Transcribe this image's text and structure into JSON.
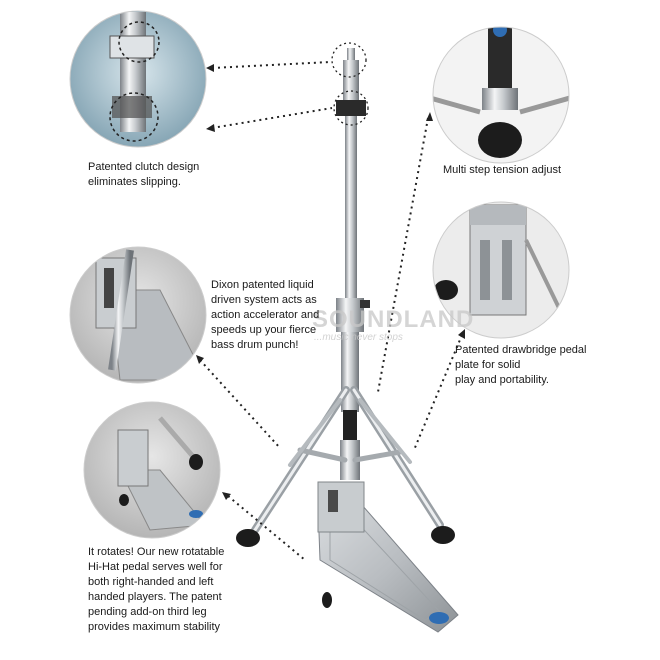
{
  "captions": {
    "clutch": [
      "Patented clutch design",
      "eliminates slipping."
    ],
    "tension": [
      "Multi step tension adjust"
    ],
    "liquid": [
      "Dixon patented liquid",
      "driven system acts as",
      "action accelerator and",
      "speeds up your fierce",
      "bass drum punch!"
    ],
    "drawbridge": [
      "Patented drawbridge pedal",
      "plate for solid",
      "play and portability."
    ],
    "rotates": [
      "It rotates! Our new rotatable",
      "Hi-Hat pedal serves well for",
      "both right-handed and left",
      "handed players. The patent",
      "pending add-on third leg",
      "provides maximum stability"
    ]
  },
  "watermark": {
    "main": "SOUNDLAND",
    "sub": "...music never stops"
  },
  "colors": {
    "chrome_light": "#e8eaec",
    "chrome_dark": "#7d8288",
    "rubber": "#1c1c1c",
    "blue_badge": "#2f6db3",
    "leader_dots": "#222222",
    "photo_bg_blue": "#b9cfd9",
    "photo_bg_gray": "#d4d4d4"
  }
}
